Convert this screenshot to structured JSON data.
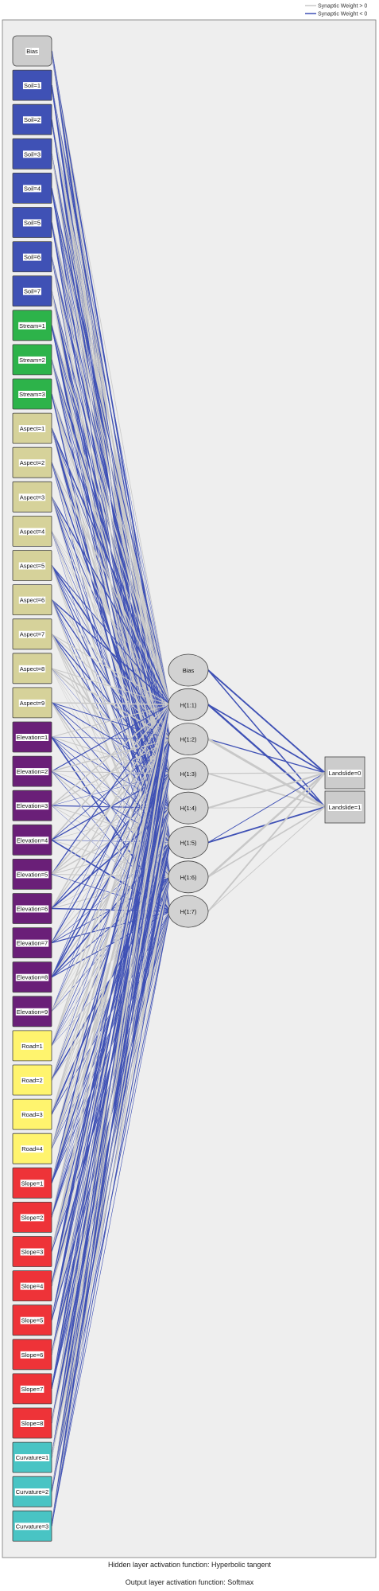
{
  "legend": {
    "positive_label": "Synaptic Weight > 0",
    "negative_label": "Synaptic Weight < 0",
    "positive_color": "#c8c8c8",
    "negative_color": "#3f51b5"
  },
  "colors": {
    "panel_bg": "#eeeeee",
    "bias": "#cccccc",
    "soil": "#3f51b5",
    "stream": "#2db34a",
    "aspect": "#d6d29a",
    "elevation": "#6a1f78",
    "road": "#fff46e",
    "slope": "#ee3338",
    "curvature": "#49c4c4",
    "hidden": "#d2d2d2",
    "output": "#cccccc"
  },
  "input_nodes": [
    {
      "label": "Bias",
      "group": "bias"
    },
    {
      "label": "Soil=1",
      "group": "soil"
    },
    {
      "label": "Soil=2",
      "group": "soil"
    },
    {
      "label": "Soil=3",
      "group": "soil"
    },
    {
      "label": "Soil=4",
      "group": "soil"
    },
    {
      "label": "Soil=5",
      "group": "soil"
    },
    {
      "label": "Soil=6",
      "group": "soil"
    },
    {
      "label": "Soil=7",
      "group": "soil"
    },
    {
      "label": "Stream=1",
      "group": "stream"
    },
    {
      "label": "Stream=2",
      "group": "stream"
    },
    {
      "label": "Stream=3",
      "group": "stream"
    },
    {
      "label": "Aspect=1",
      "group": "aspect"
    },
    {
      "label": "Aspect=2",
      "group": "aspect"
    },
    {
      "label": "Aspect=3",
      "group": "aspect"
    },
    {
      "label": "Aspect=4",
      "group": "aspect"
    },
    {
      "label": "Aspect=5",
      "group": "aspect"
    },
    {
      "label": "Aspect=6",
      "group": "aspect"
    },
    {
      "label": "Aspect=7",
      "group": "aspect"
    },
    {
      "label": "Aspect=8",
      "group": "aspect"
    },
    {
      "label": "Aspect=9",
      "group": "aspect"
    },
    {
      "label": "Elevation=1",
      "group": "elevation"
    },
    {
      "label": "Elevation=2",
      "group": "elevation"
    },
    {
      "label": "Elevation=3",
      "group": "elevation"
    },
    {
      "label": "Elevation=4",
      "group": "elevation"
    },
    {
      "label": "Elevation=5",
      "group": "elevation"
    },
    {
      "label": "Elevation=6",
      "group": "elevation"
    },
    {
      "label": "Elevation=7",
      "group": "elevation"
    },
    {
      "label": "Elevation=8",
      "group": "elevation"
    },
    {
      "label": "Elevation=9",
      "group": "elevation"
    },
    {
      "label": "Road=1",
      "group": "road"
    },
    {
      "label": "Road=2",
      "group": "road"
    },
    {
      "label": "Road=3",
      "group": "road"
    },
    {
      "label": "Road=4",
      "group": "road"
    },
    {
      "label": "Slope=1",
      "group": "slope"
    },
    {
      "label": "Slope=2",
      "group": "slope"
    },
    {
      "label": "Slope=3",
      "group": "slope"
    },
    {
      "label": "Slope=4",
      "group": "slope"
    },
    {
      "label": "Slope=5",
      "group": "slope"
    },
    {
      "label": "Slope=6",
      "group": "slope"
    },
    {
      "label": "Slope=7",
      "group": "slope"
    },
    {
      "label": "Slope=8",
      "group": "slope"
    },
    {
      "label": "Curvature=1",
      "group": "curvature"
    },
    {
      "label": "Curvature=2",
      "group": "curvature"
    },
    {
      "label": "Curvature=3",
      "group": "curvature"
    }
  ],
  "hidden_nodes": [
    "Bias",
    "H(1:1)",
    "H(1:2)",
    "H(1:3)",
    "H(1:4)",
    "H(1:5)",
    "H(1:6)",
    "H(1:7)"
  ],
  "output_nodes": [
    "Landslide=0",
    "Landslide=1"
  ],
  "footer": {
    "hidden_activation": "Hidden layer activation function: Hyperbolic tangent",
    "output_activation": "Output layer activation function: Softmax"
  }
}
